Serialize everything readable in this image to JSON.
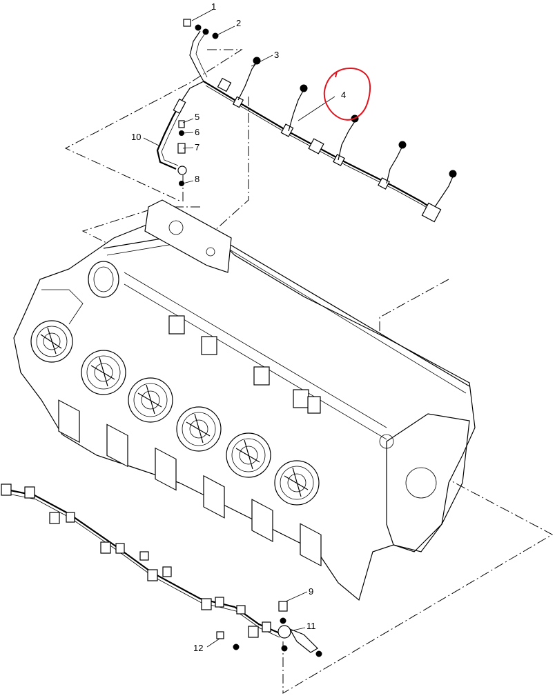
{
  "callouts": {
    "c1": "1",
    "c2": "2",
    "c3": "3",
    "c4": "4",
    "c5": "5",
    "c6": "6",
    "c7": "7",
    "c8": "8",
    "c9": "9",
    "c10": "10",
    "c11": "11",
    "c12": "12"
  },
  "colors": {
    "line": "#000000",
    "background": "#ffffff",
    "annotation": "#e0141e"
  }
}
